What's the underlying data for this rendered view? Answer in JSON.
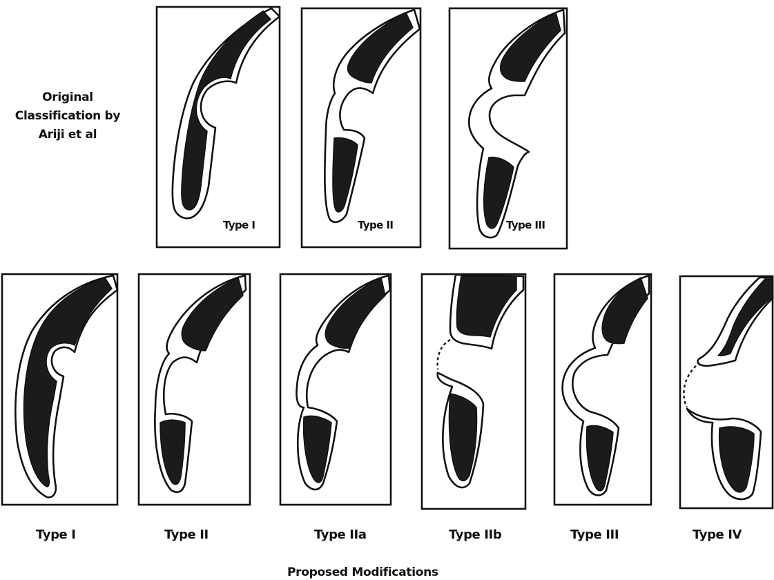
{
  "original": {
    "title_lines": [
      "Original",
      "Classification  by",
      "Ariji et al"
    ],
    "panels": [
      {
        "label": "Type I"
      },
      {
        "label": "Type II"
      },
      {
        "label": "Type III"
      }
    ]
  },
  "proposed": {
    "panels": [
      {
        "label": "Type I"
      },
      {
        "label": "Type II"
      },
      {
        "label": "Type IIa"
      },
      {
        "label": "Type IIb"
      },
      {
        "label": "Type III"
      },
      {
        "label": "Type IV"
      }
    ],
    "footer": "Proposed Modifications"
  }
}
